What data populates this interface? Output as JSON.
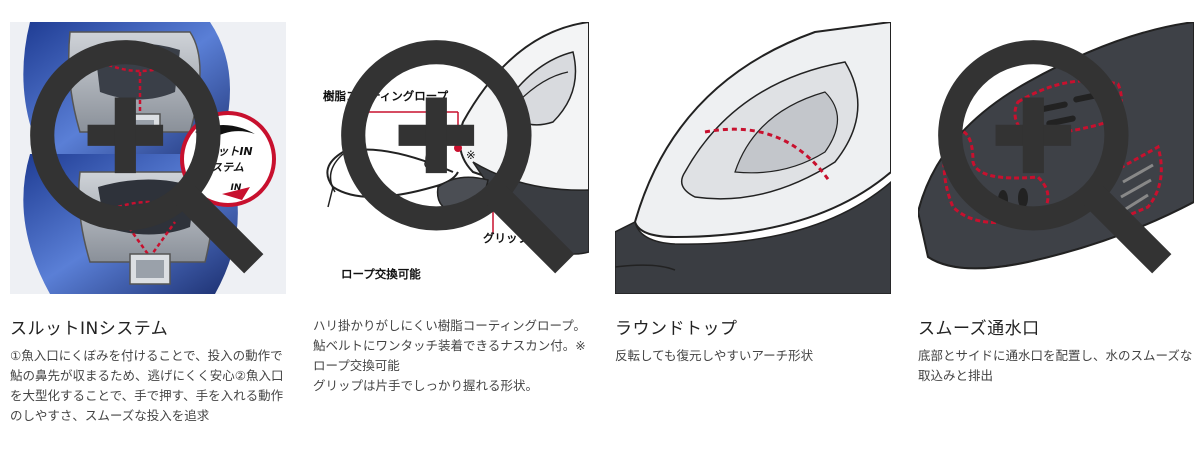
{
  "cards": [
    {
      "title": "スルットINシステム",
      "description": "①魚入口にくぼみを付けることで、投入の動作で鮎の鼻先が収まるため、逃げにくく安心②魚入口を大型化することで、手で押す、手を入れる動作のしやすさ、スムーズな投入を追求",
      "badge_line1": "スルットIN",
      "badge_line2": "システム",
      "badge_small": "IN",
      "zoom_icon": "zoom-in-icon"
    },
    {
      "title": "",
      "description": "ハリ掛かりがしにくい樹脂コーティングロープ。\n鮎ベルトにワンタッチ装着できるナスカン付。※\nロープ交換可能\nグリップは片手でしっかり握れる形状。",
      "label_rope": "樹脂コーティングロープ",
      "label_grip": "グリップ形状",
      "label_note": "※",
      "label_replace": "ロープ交換可能",
      "zoom_icon": "zoom-in-icon"
    },
    {
      "title": "ラウンドトップ",
      "description": "反転しても復元しやすいアーチ形状",
      "zoom_icon": "zoom-in-icon"
    },
    {
      "title": "スムーズ通水口",
      "description": "底部とサイドに通水口を配置し、水のスムーズな取込みと排出",
      "zoom_icon": "zoom-in-icon"
    }
  ],
  "colors": {
    "accent_red": "#c8102e",
    "text": "#222222",
    "body_blue": "#3d5fb4"
  }
}
